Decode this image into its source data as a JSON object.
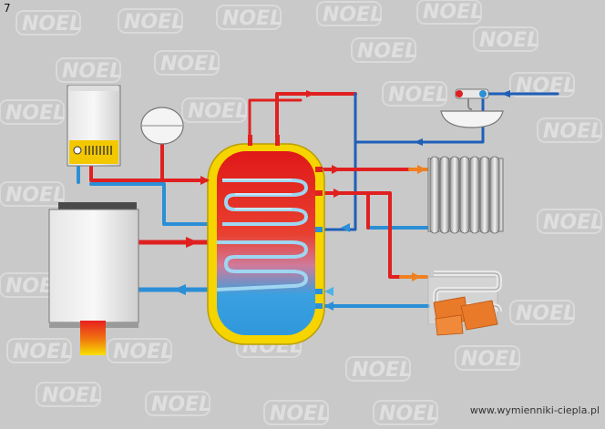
{
  "page_number": "7",
  "watermark_brand": "NOEL",
  "source_url": "www.wymienniki-ciepla.pl",
  "colors": {
    "background": "#c9c9c9",
    "hot_pipe": "#e02020",
    "cold_pipe": "#2b8fd6",
    "light_cold_pipe": "#4fb0e6",
    "dark_blue_pipe": "#1f5fb8",
    "orange_pipe": "#f08020",
    "tank_jacket": "#f5d400",
    "tank_hot": "#e02020",
    "tank_cold": "#3aa0e0"
  },
  "components": [
    "gas-boiler",
    "expansion-vessel",
    "solid-fuel-boiler",
    "hot-water-tank",
    "wash-basin",
    "radiator",
    "underfloor-heating"
  ]
}
